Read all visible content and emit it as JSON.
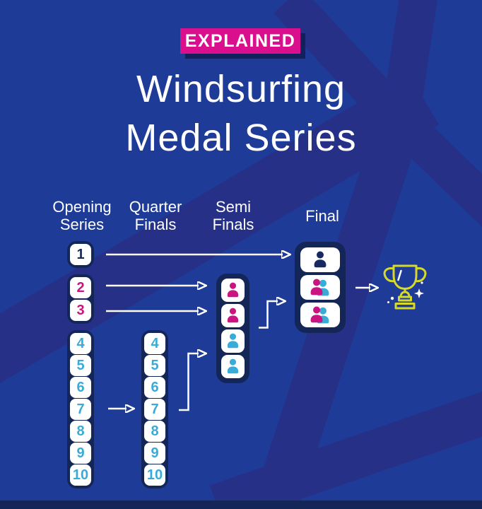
{
  "badge": {
    "label": "EXPLAINED"
  },
  "title": {
    "line1": "Windsurfing",
    "line2": "Medal Series"
  },
  "columns": {
    "opening": {
      "line1": "Opening",
      "line2": "Series"
    },
    "quarter": {
      "line1": "Quarter",
      "line2": "Finals"
    },
    "semi": {
      "line1": "Semi",
      "line2": "Finals"
    },
    "final": {
      "line1": "Final",
      "line2": ""
    }
  },
  "opening_groups": [
    {
      "numbers": [
        "1"
      ],
      "color": "navy"
    },
    {
      "numbers": [
        "2",
        "3"
      ],
      "color": "pink"
    },
    {
      "numbers": [
        "4",
        "5",
        "6",
        "7",
        "8",
        "9",
        "10"
      ],
      "color": "cyan"
    }
  ],
  "quarter_groups": [
    {
      "numbers": [
        "4",
        "5",
        "6",
        "7",
        "8",
        "9",
        "10"
      ],
      "color": "cyan"
    }
  ],
  "semi_athletes": [
    {
      "variant": "single",
      "color": "pink"
    },
    {
      "variant": "single",
      "color": "pink"
    },
    {
      "variant": "single",
      "color": "cyan"
    },
    {
      "variant": "single",
      "color": "cyan"
    }
  ],
  "final_athletes": [
    {
      "variant": "single",
      "color": "navy"
    },
    {
      "variant": "pair",
      "colors": [
        "pink",
        "cyan"
      ]
    },
    {
      "variant": "pair",
      "colors": [
        "pink",
        "cyan"
      ]
    }
  ],
  "trophy": {
    "icon": "trophy-icon"
  },
  "colors": {
    "background": "#1e3b97",
    "band": "#263087",
    "container": "#142657",
    "badge_pink": "#d90f8e",
    "pink": "#ca1480",
    "cyan": "#38abd9",
    "navy": "#17295f",
    "white": "#ffffff",
    "trophy_yellow": "#d5d92b"
  }
}
